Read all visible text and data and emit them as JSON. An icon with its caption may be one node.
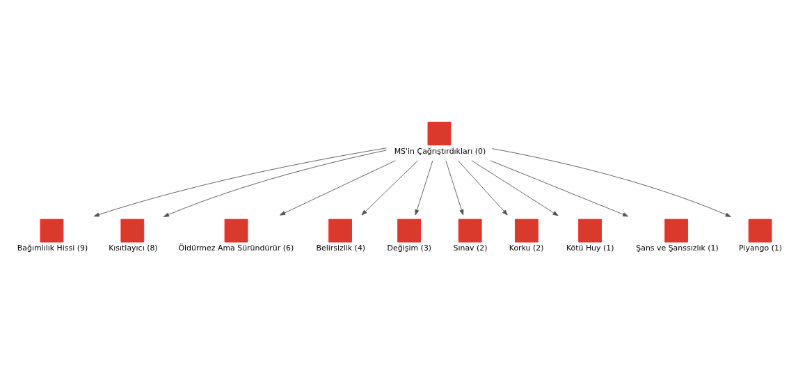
{
  "diagram": {
    "nodes": [
      {
        "text": [
          "MS'in Çağrıştırdıkları (0)"
        ]
      },
      {
        "text": [
          "Bağımlılık Hissi (9)"
        ]
      },
      {
        "text": [
          "Kısıtlayıcı (8)"
        ]
      },
      {
        "text": [
          "Öldürmez Ama Süründürür (6)"
        ]
      },
      {
        "text": [
          "Belirsizlik (4)"
        ]
      },
      {
        "text": [
          "Değişim (3)"
        ]
      },
      {
        "text": [
          "Sınav (2)"
        ]
      },
      {
        "text": [
          "Korku (2)"
        ]
      },
      {
        "text": [
          "Kötü Huy (1)"
        ]
      },
      {
        "text": [
          "Şans ve Şanssızlık (1)"
        ]
      },
      {
        "text": [
          "Piyango (1)"
        ]
      }
    ],
    "edges": [
      {
        "from": 0,
        "to": 1,
        "arrow": "to"
      },
      {
        "from": 0,
        "to": 2,
        "arrow": "to"
      },
      {
        "from": 0,
        "to": 3,
        "arrow": "to"
      },
      {
        "from": 0,
        "to": 4,
        "arrow": "to"
      },
      {
        "from": 0,
        "to": 5,
        "arrow": "to"
      },
      {
        "from": 0,
        "to": 6,
        "arrow": "to"
      },
      {
        "from": 0,
        "to": 7,
        "arrow": "to"
      },
      {
        "from": 0,
        "to": 8,
        "arrow": "to"
      },
      {
        "from": 0,
        "to": 9,
        "arrow": "to"
      },
      {
        "from": 0,
        "to": 10,
        "arrow": "to"
      }
    ]
  }
}
